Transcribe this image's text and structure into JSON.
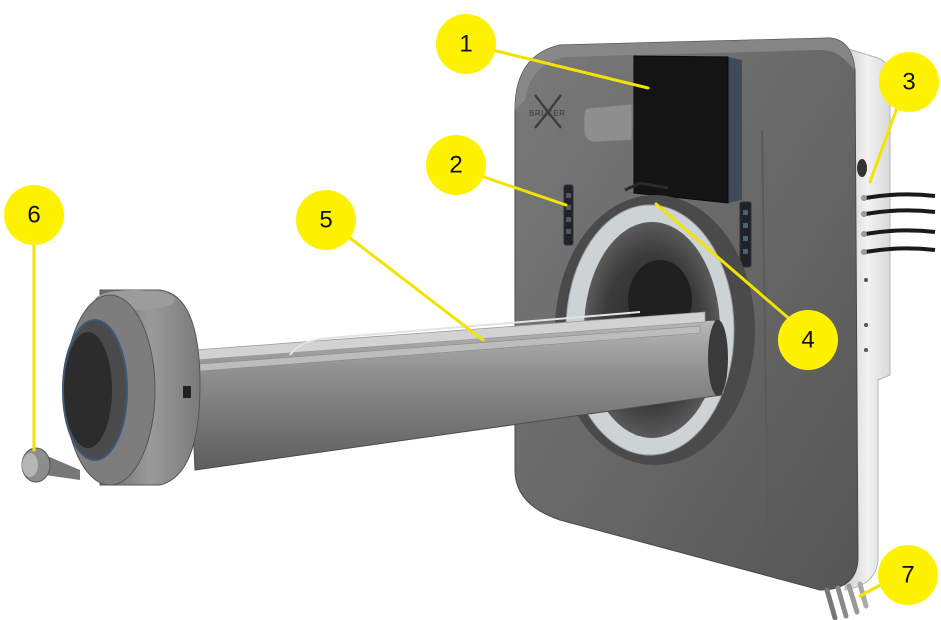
{
  "brand": {
    "logo_text": "BRUKER"
  },
  "callouts": [
    {
      "id": "1",
      "label": "1"
    },
    {
      "id": "2",
      "label": "2"
    },
    {
      "id": "3",
      "label": "3"
    },
    {
      "id": "4",
      "label": "4"
    },
    {
      "id": "5",
      "label": "5"
    },
    {
      "id": "6",
      "label": "6"
    },
    {
      "id": "7",
      "label": "7"
    }
  ],
  "colors": {
    "callout_fill": "#fff200",
    "leader_line": "#f2e300",
    "housing": "#6b6b6b",
    "housing_light": "#a9a9a9",
    "side_panel": "#e6e6e6",
    "display": "#141414",
    "bore_ring": "#cfd3d6",
    "bed": "#8a8a8a"
  }
}
